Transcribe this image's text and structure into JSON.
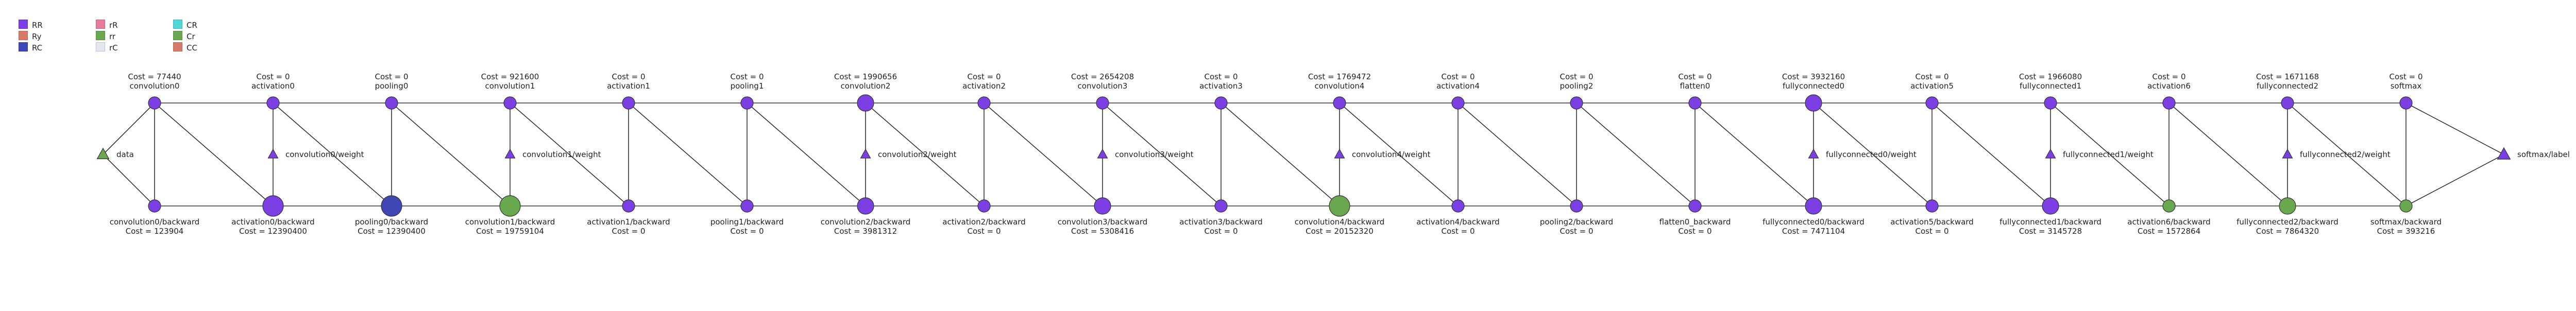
{
  "legend": [
    {
      "label": "RR",
      "color": "#7b3fe4"
    },
    {
      "label": "Ry",
      "color": "#d77a6a"
    },
    {
      "label": "RC",
      "color": "#3f47b5"
    },
    {
      "label": "rR",
      "color": "#e87a9a"
    },
    {
      "label": "rr",
      "color": "#6aa84f"
    },
    {
      "label": "rC",
      "color": "#e6e6f0"
    },
    {
      "label": "CR",
      "color": "#4fd6d6"
    },
    {
      "label": "Cr",
      "color": "#6aa84f"
    },
    {
      "label": "CC",
      "color": "#d77a6a"
    }
  ],
  "input_node": {
    "label": "data",
    "color": "#6aa84f"
  },
  "output_node": {
    "label": "softmax/label",
    "color": "#7b3fe4"
  },
  "forward": [
    {
      "name": "convolution0",
      "cost": "Cost = 77440",
      "size": "small",
      "color": "#7b3fe4",
      "has_weight": false
    },
    {
      "name": "activation0",
      "cost": "Cost = 0",
      "size": "small",
      "color": "#7b3fe4",
      "has_weight": true,
      "weight_label": "convolution0/weight"
    },
    {
      "name": "pooling0",
      "cost": "Cost = 0",
      "size": "small",
      "color": "#7b3fe4",
      "has_weight": false
    },
    {
      "name": "convolution1",
      "cost": "Cost = 921600",
      "size": "small",
      "color": "#7b3fe4",
      "has_weight": true,
      "weight_label": "convolution1/weight"
    },
    {
      "name": "activation1",
      "cost": "Cost = 0",
      "size": "small",
      "color": "#7b3fe4",
      "has_weight": false
    },
    {
      "name": "pooling1",
      "cost": "Cost = 0",
      "size": "small",
      "color": "#7b3fe4",
      "has_weight": false
    },
    {
      "name": "convolution2",
      "cost": "Cost = 1990656",
      "size": "medium",
      "color": "#7b3fe4",
      "has_weight": true,
      "weight_label": "convolution2/weight"
    },
    {
      "name": "activation2",
      "cost": "Cost = 0",
      "size": "small",
      "color": "#7b3fe4",
      "has_weight": false
    },
    {
      "name": "convolution3",
      "cost": "Cost = 2654208",
      "size": "small",
      "color": "#7b3fe4",
      "has_weight": true,
      "weight_label": "convolution3/weight"
    },
    {
      "name": "activation3",
      "cost": "Cost = 0",
      "size": "small",
      "color": "#7b3fe4",
      "has_weight": false
    },
    {
      "name": "convolution4",
      "cost": "Cost = 1769472",
      "size": "small",
      "color": "#7b3fe4",
      "has_weight": true,
      "weight_label": "convolution4/weight"
    },
    {
      "name": "activation4",
      "cost": "Cost = 0",
      "size": "small",
      "color": "#7b3fe4",
      "has_weight": false
    },
    {
      "name": "pooling2",
      "cost": "Cost = 0",
      "size": "small",
      "color": "#7b3fe4",
      "has_weight": false
    },
    {
      "name": "flatten0",
      "cost": "Cost = 0",
      "size": "small",
      "color": "#7b3fe4",
      "has_weight": false
    },
    {
      "name": "fullyconnected0",
      "cost": "Cost = 3932160",
      "size": "medium",
      "color": "#7b3fe4",
      "has_weight": true,
      "weight_label": "fullyconnected0/weight"
    },
    {
      "name": "activation5",
      "cost": "Cost = 0",
      "size": "small",
      "color": "#7b3fe4",
      "has_weight": false
    },
    {
      "name": "fullyconnected1",
      "cost": "Cost = 1966080",
      "size": "small",
      "color": "#7b3fe4",
      "has_weight": true,
      "weight_label": "fullyconnected1/weight"
    },
    {
      "name": "activation6",
      "cost": "Cost = 0",
      "size": "small",
      "color": "#7b3fe4",
      "has_weight": false
    },
    {
      "name": "fullyconnected2",
      "cost": "Cost = 1671168",
      "size": "small",
      "color": "#7b3fe4",
      "has_weight": true,
      "weight_label": "fullyconnected2/weight"
    },
    {
      "name": "softmax",
      "cost": "Cost = 0",
      "size": "small",
      "color": "#7b3fe4",
      "has_weight": false
    }
  ],
  "backward": [
    {
      "name": "convolution0/backward",
      "cost": "Cost = 123904",
      "size": "small",
      "color": "#7b3fe4"
    },
    {
      "name": "activation0/backward",
      "cost": "Cost = 12390400",
      "size": "large",
      "color": "#7b3fe4"
    },
    {
      "name": "pooling0/backward",
      "cost": "Cost = 12390400",
      "size": "large",
      "color": "#3f47b5"
    },
    {
      "name": "convolution1/backward",
      "cost": "Cost = 19759104",
      "size": "large",
      "color": "#6aa84f"
    },
    {
      "name": "activation1/backward",
      "cost": "Cost = 0",
      "size": "small",
      "color": "#7b3fe4"
    },
    {
      "name": "pooling1/backward",
      "cost": "Cost = 0",
      "size": "small",
      "color": "#7b3fe4"
    },
    {
      "name": "convolution2/backward",
      "cost": "Cost = 3981312",
      "size": "medium",
      "color": "#7b3fe4"
    },
    {
      "name": "activation2/backward",
      "cost": "Cost = 0",
      "size": "small",
      "color": "#7b3fe4"
    },
    {
      "name": "convolution3/backward",
      "cost": "Cost = 5308416",
      "size": "medium",
      "color": "#7b3fe4"
    },
    {
      "name": "activation3/backward",
      "cost": "Cost = 0",
      "size": "small",
      "color": "#7b3fe4"
    },
    {
      "name": "convolution4/backward",
      "cost": "Cost = 20152320",
      "size": "large",
      "color": "#6aa84f"
    },
    {
      "name": "activation4/backward",
      "cost": "Cost = 0",
      "size": "small",
      "color": "#7b3fe4"
    },
    {
      "name": "pooling2/backward",
      "cost": "Cost = 0",
      "size": "small",
      "color": "#7b3fe4"
    },
    {
      "name": "flatten0_backward",
      "cost": "Cost = 0",
      "size": "small",
      "color": "#7b3fe4"
    },
    {
      "name": "fullyconnected0/backward",
      "cost": "Cost = 7471104",
      "size": "medium",
      "color": "#7b3fe4"
    },
    {
      "name": "activation5/backward",
      "cost": "Cost = 0",
      "size": "small",
      "color": "#7b3fe4"
    },
    {
      "name": "fullyconnected1/backward",
      "cost": "Cost = 3145728",
      "size": "medium",
      "color": "#7b3fe4"
    },
    {
      "name": "activation6/backward",
      "cost": "Cost = 1572864",
      "size": "small",
      "color": "#6aa84f"
    },
    {
      "name": "fullyconnected2/backward",
      "cost": "Cost = 7864320",
      "size": "medium",
      "color": "#6aa84f"
    },
    {
      "name": "softmax/backward",
      "cost": "Cost = 393216",
      "size": "small",
      "color": "#6aa84f"
    }
  ]
}
